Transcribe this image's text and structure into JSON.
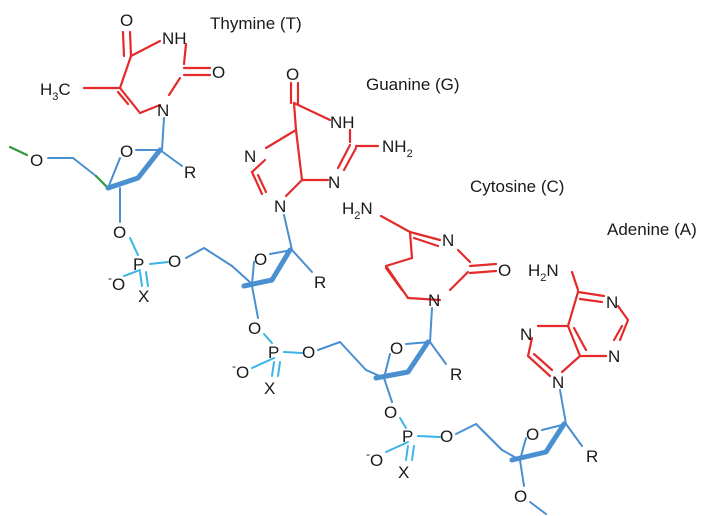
{
  "labels": {
    "thymine": "Thymine (T)",
    "guanine": "Guanine (G)",
    "cytosine": "Cytosine (C)",
    "adenine": "Adenine (A)"
  },
  "atoms": {
    "o": "O",
    "n": "N",
    "nh": "NH",
    "r": "R",
    "p": "P",
    "x": "X",
    "minus": "-",
    "h": "H",
    "c": "C",
    "three": "3",
    "two": "2"
  },
  "colors": {
    "base": "#e32b2b",
    "sugar": "#4a8fd0",
    "phosphate": "#3ab3e6",
    "terminal": "#2e9a3c",
    "text": "#1a1a1a"
  }
}
